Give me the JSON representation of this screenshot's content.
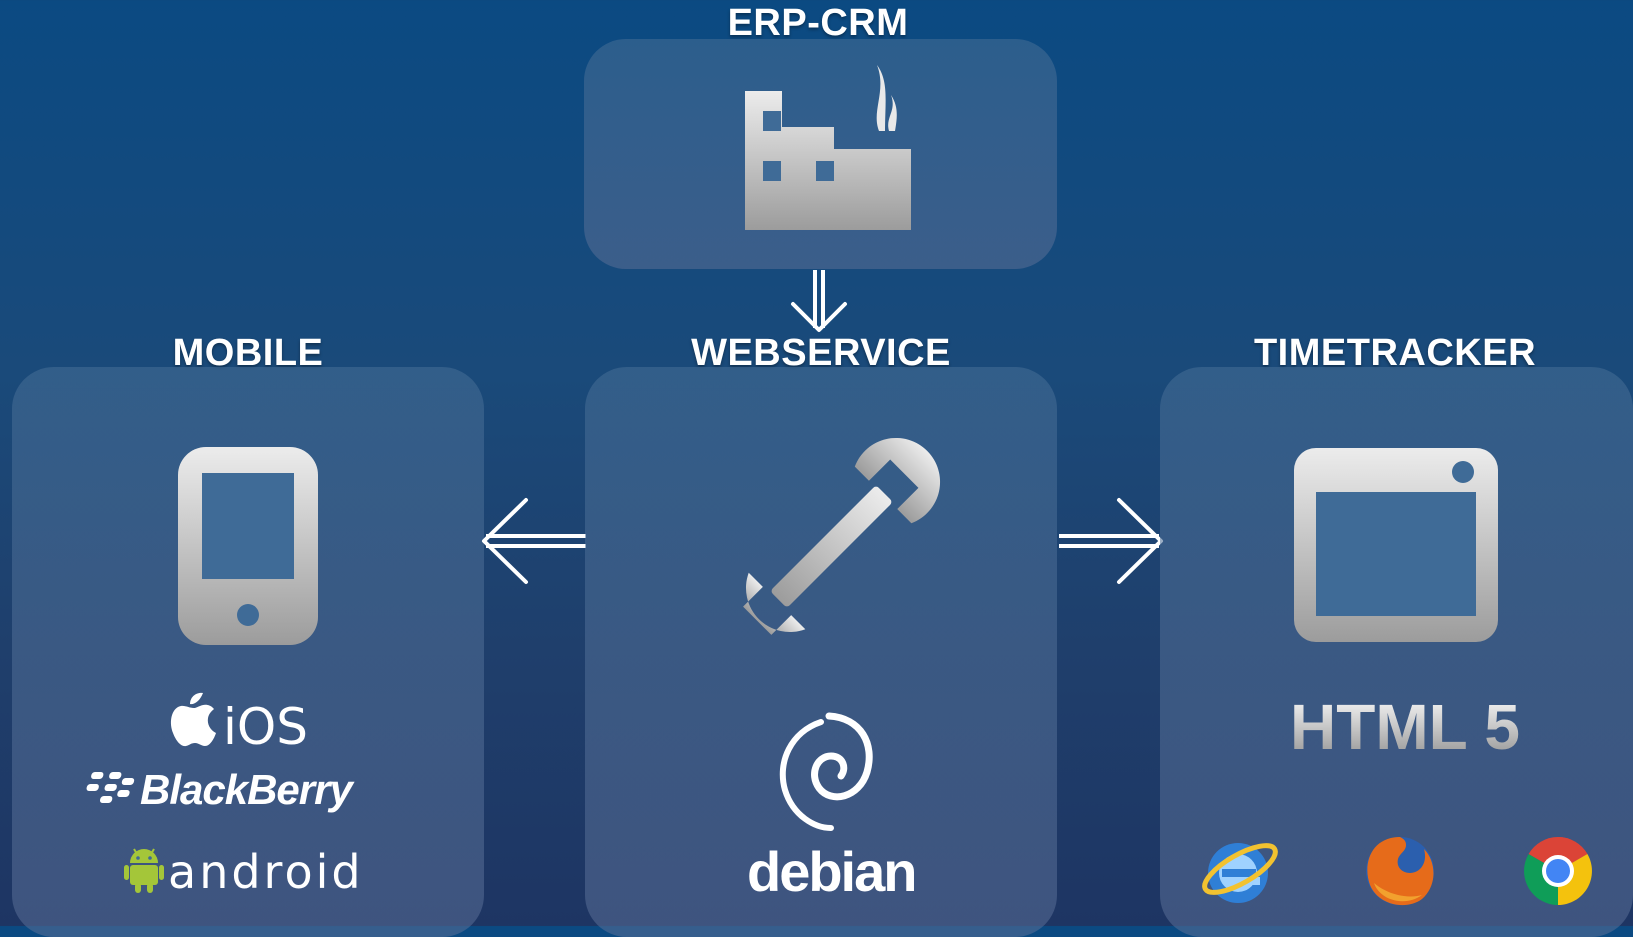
{
  "diagram": {
    "nodes": {
      "erp": {
        "label": "ERP-CRM",
        "icon": "factory-icon"
      },
      "webservice": {
        "label": "WEBSERVICE",
        "icon": "wrench-icon"
      },
      "mobile": {
        "label": "MOBILE",
        "icon": "smartphone-icon"
      },
      "timetracker": {
        "label": "TIMETRACKER",
        "icon": "browser-window-icon"
      }
    },
    "edges": [
      {
        "from": "erp",
        "to": "webservice",
        "style": "double-arrow"
      },
      {
        "from": "webservice",
        "to": "mobile",
        "style": "double-arrow"
      },
      {
        "from": "webservice",
        "to": "timetracker",
        "style": "double-arrow"
      }
    ]
  },
  "mobile_platforms": {
    "ios": "iOS",
    "blackberry": "BlackBerry",
    "android": "android"
  },
  "webservice_platform": {
    "debian": "debian"
  },
  "timetracker_tech": {
    "html5": "HTML 5",
    "browsers": [
      "internet-explorer-icon",
      "firefox-icon",
      "chrome-icon"
    ]
  },
  "colors": {
    "background_top": "#0b4a82",
    "background_bottom": "#1e3563",
    "panel": "#3f6b97",
    "icon_light": "#e6e6e6",
    "icon_dark": "#9a9a9a",
    "text": "#ffffff"
  }
}
